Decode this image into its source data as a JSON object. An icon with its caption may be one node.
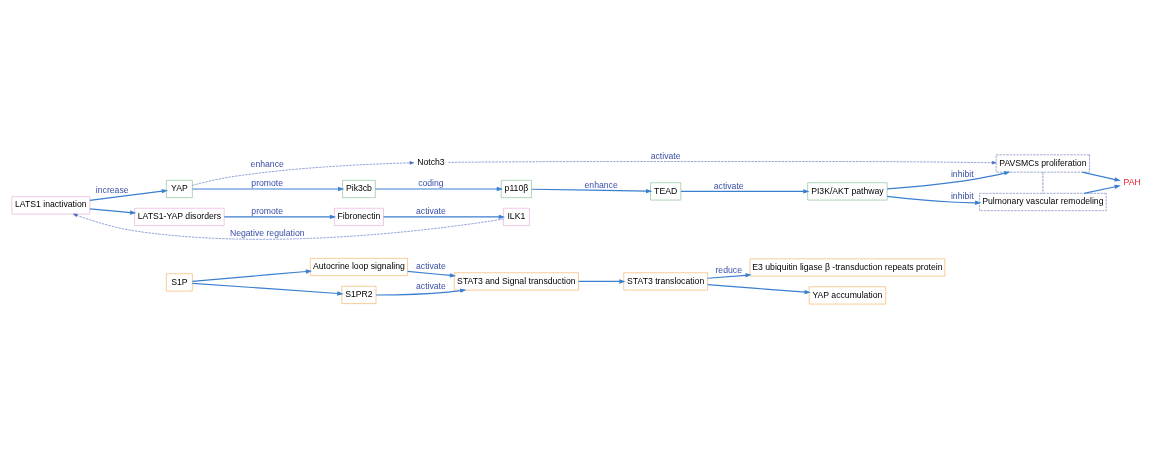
{
  "diagram": {
    "nodes": [
      {
        "text": [
          "S1P"
        ]
      },
      {
        "text": [
          "Autocrine loop signaling"
        ]
      },
      {
        "text": [
          "S1PR2"
        ]
      },
      {
        "text": [
          "STAT3 and Signal transduction"
        ]
      },
      {
        "text": [
          "STAT3 translocation"
        ]
      },
      {
        "text": [
          "E3 ubiquitin ligase β -transduction repeats protein"
        ]
      },
      {
        "text": [
          "YAP accumulation"
        ]
      },
      {
        "text": [
          "Notch3"
        ]
      },
      {
        "text": [
          "YAP"
        ]
      },
      {
        "text": [
          "Pik3cb"
        ]
      },
      {
        "text": [
          "p110β"
        ]
      },
      {
        "text": [
          "TEAD"
        ]
      },
      {
        "text": [
          "PI3K/AKT pathway"
        ]
      },
      {
        "text": [
          "PAVSMCs proliferation"
        ]
      },
      {
        "text": [
          "Pulmonary vascular remodeling"
        ]
      },
      {
        "text": [
          "PAH"
        ]
      },
      {
        "text": [
          "LATS1 inactivation"
        ]
      },
      {
        "text": [
          "LATS1-YAP disorders"
        ]
      },
      {
        "text": [
          "Fibronectin"
        ]
      },
      {
        "text": [
          "ILK1"
        ]
      }
    ],
    "edges": [
      {
        "from": 0,
        "to": 1,
        "arrow": "to"
      },
      {
        "from": 0,
        "to": 2,
        "arrow": "to"
      },
      {
        "from": 1,
        "to": 3,
        "arrow": "to",
        "label": "activate"
      },
      {
        "from": 2,
        "to": 3,
        "arrow": "to",
        "label": "activate"
      },
      {
        "from": 3,
        "to": 4,
        "arrow": "to"
      },
      {
        "from": 4,
        "to": 5,
        "arrow": "to",
        "label": "reduce"
      },
      {
        "from": 4,
        "to": 6,
        "arrow": "to"
      },
      {
        "from": 8,
        "to": 7,
        "arrow": "to",
        "label": "enhance",
        "style": "dashed",
        "color": "#4262c0"
      },
      {
        "from": 7,
        "to": 13,
        "arrow": "to",
        "label": "activate",
        "style": "dashed",
        "color": "#4262c0"
      },
      {
        "from": 8,
        "to": 9,
        "arrow": "to",
        "label": "promote"
      },
      {
        "from": 9,
        "to": 10,
        "arrow": "to",
        "label": "coding"
      },
      {
        "from": 10,
        "to": 11,
        "arrow": "to",
        "label": "enhance"
      },
      {
        "from": 11,
        "to": 12,
        "arrow": "to",
        "label": "activate"
      },
      {
        "from": 12,
        "to": 13,
        "arrow": "to",
        "label": "inhibit"
      },
      {
        "from": 12,
        "to": 14,
        "arrow": "to",
        "label": "inhibit"
      },
      {
        "from": 13,
        "to": 14,
        "arrow": "none",
        "style": "dashed",
        "color": "#3f4fa0"
      },
      {
        "from": 13,
        "to": 15,
        "arrow": "to"
      },
      {
        "from": 14,
        "to": 15,
        "arrow": "to"
      },
      {
        "from": 16,
        "to": 8,
        "arrow": "to",
        "label": "increase"
      },
      {
        "from": 16,
        "to": 17,
        "arrow": "to"
      },
      {
        "from": 17,
        "to": 18,
        "arrow": "to",
        "label": "promote"
      },
      {
        "from": 18,
        "to": 19,
        "arrow": "to",
        "label": "activate"
      },
      {
        "from": 19,
        "to": 16,
        "arrow": "to",
        "label": "Negative regulation",
        "style": "dashed",
        "color": "#4262c0"
      }
    ]
  }
}
